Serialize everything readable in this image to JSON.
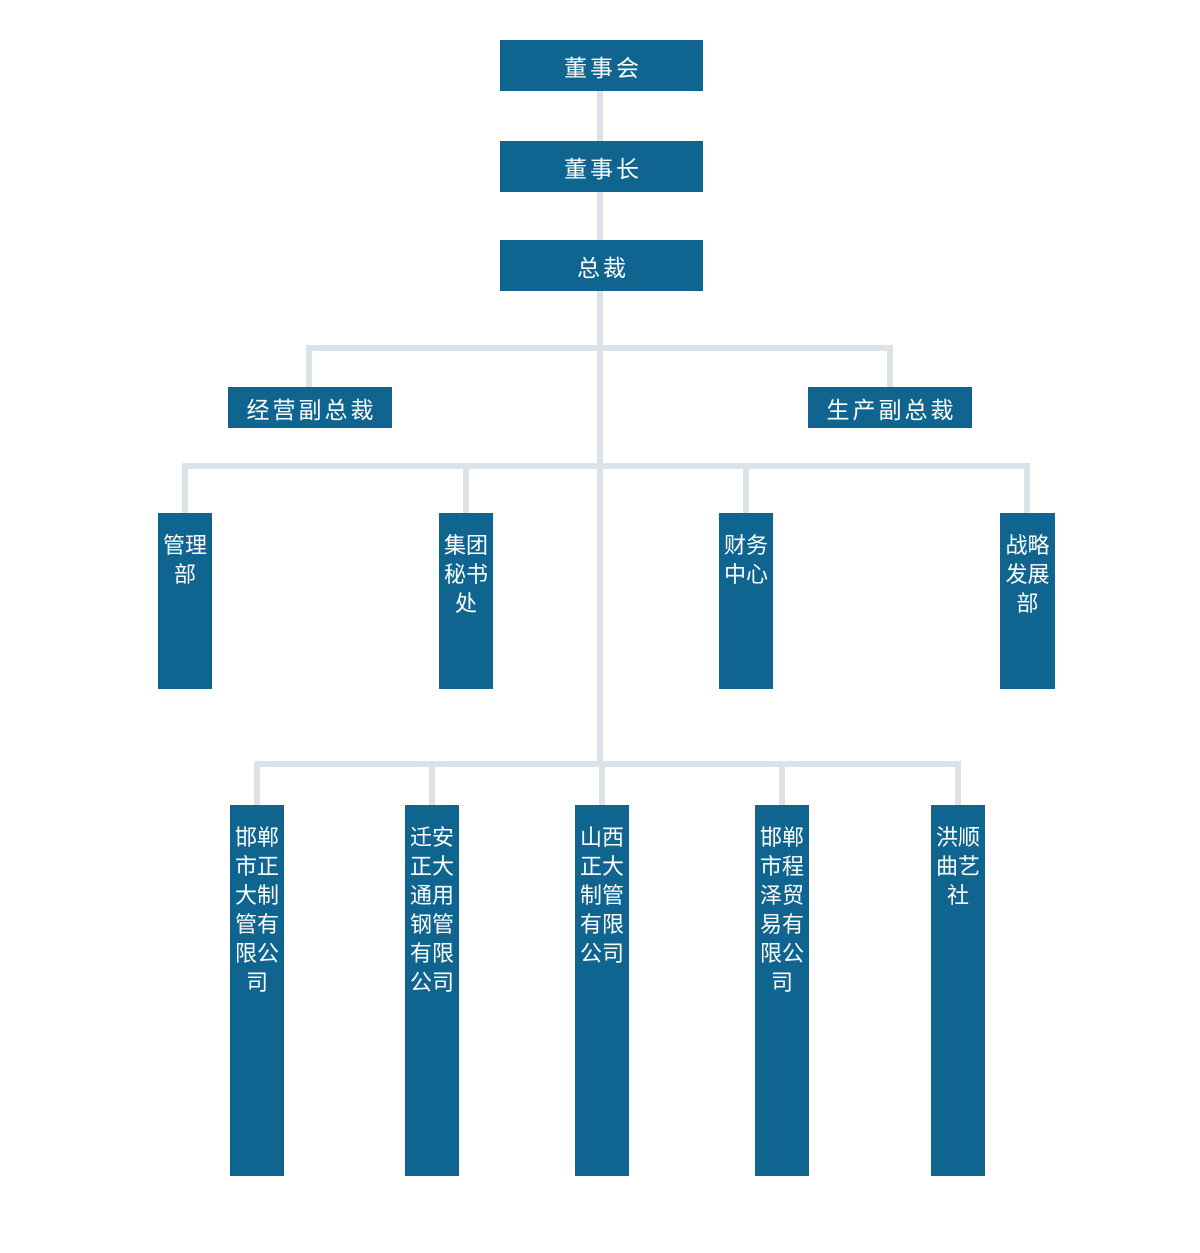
{
  "palette": {
    "fill": "#0F658F",
    "line": "#DCE3E8",
    "text": "#FFFFFF"
  },
  "org_chart": {
    "root": {
      "label": "董事会"
    },
    "chairman": {
      "label": "董事长"
    },
    "president": {
      "label": "总裁"
    },
    "vice_presidents": [
      {
        "label": "经营副总裁"
      },
      {
        "label": "生产副总裁"
      }
    ],
    "departments": [
      {
        "label": "管理部"
      },
      {
        "label": "集团秘书处"
      },
      {
        "label": "财务中心"
      },
      {
        "label": "战略发展部"
      }
    ],
    "subsidiaries": [
      {
        "label": "邯郸市正大制管有限公司"
      },
      {
        "label": "迁安正大通用钢管有限公司"
      },
      {
        "label": "山西正大制管有限公司"
      },
      {
        "label": "邯郸市程泽贸易有限公司"
      },
      {
        "label": "洪顺曲艺社"
      }
    ]
  }
}
